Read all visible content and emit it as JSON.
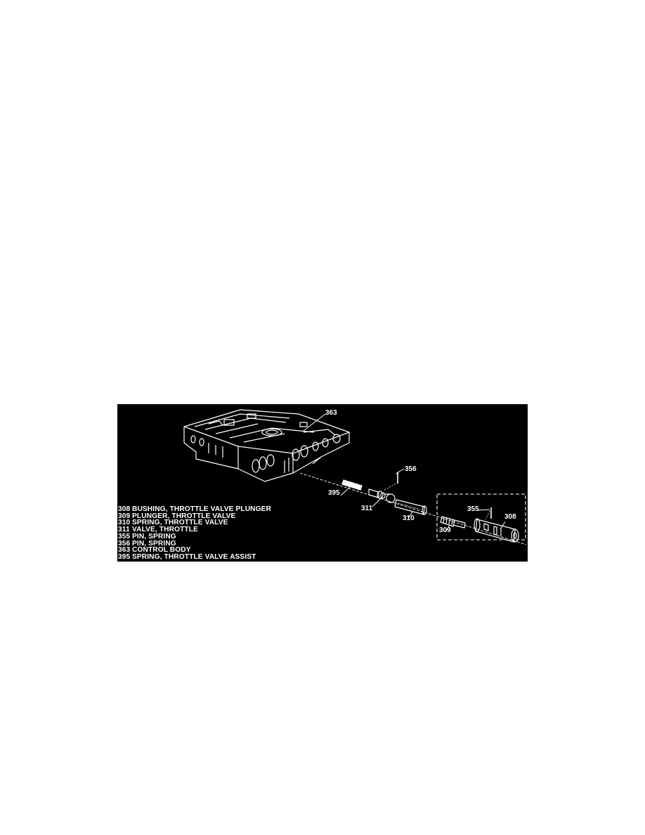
{
  "figure": {
    "background": "#000000",
    "line_color": "#ffffff",
    "callouts": [
      {
        "id": "c363",
        "label": "363"
      },
      {
        "id": "c356",
        "label": "356"
      },
      {
        "id": "c395",
        "label": "395"
      },
      {
        "id": "c311",
        "label": "311"
      },
      {
        "id": "c310",
        "label": "310"
      },
      {
        "id": "c355",
        "label": "355"
      },
      {
        "id": "c308",
        "label": "308"
      },
      {
        "id": "c309",
        "label": "309"
      }
    ],
    "legend": [
      {
        "num": "308",
        "desc": "BUSHING, THROTTLE VALVE PLUNGER"
      },
      {
        "num": "309",
        "desc": "PLUNGER, THROTTLE VALVE"
      },
      {
        "num": "310",
        "desc": "SPRING, THROTTLE VALVE"
      },
      {
        "num": "311",
        "desc": "VALVE, THROTTLE"
      },
      {
        "num": "355",
        "desc": "PIN, SPRING"
      },
      {
        "num": "356",
        "desc": "PIN, SPRING"
      },
      {
        "num": "363",
        "desc": "CONTROL BODY"
      },
      {
        "num": "395",
        "desc": "SPRING, THROTTLE VALVE ASSIST"
      }
    ]
  }
}
